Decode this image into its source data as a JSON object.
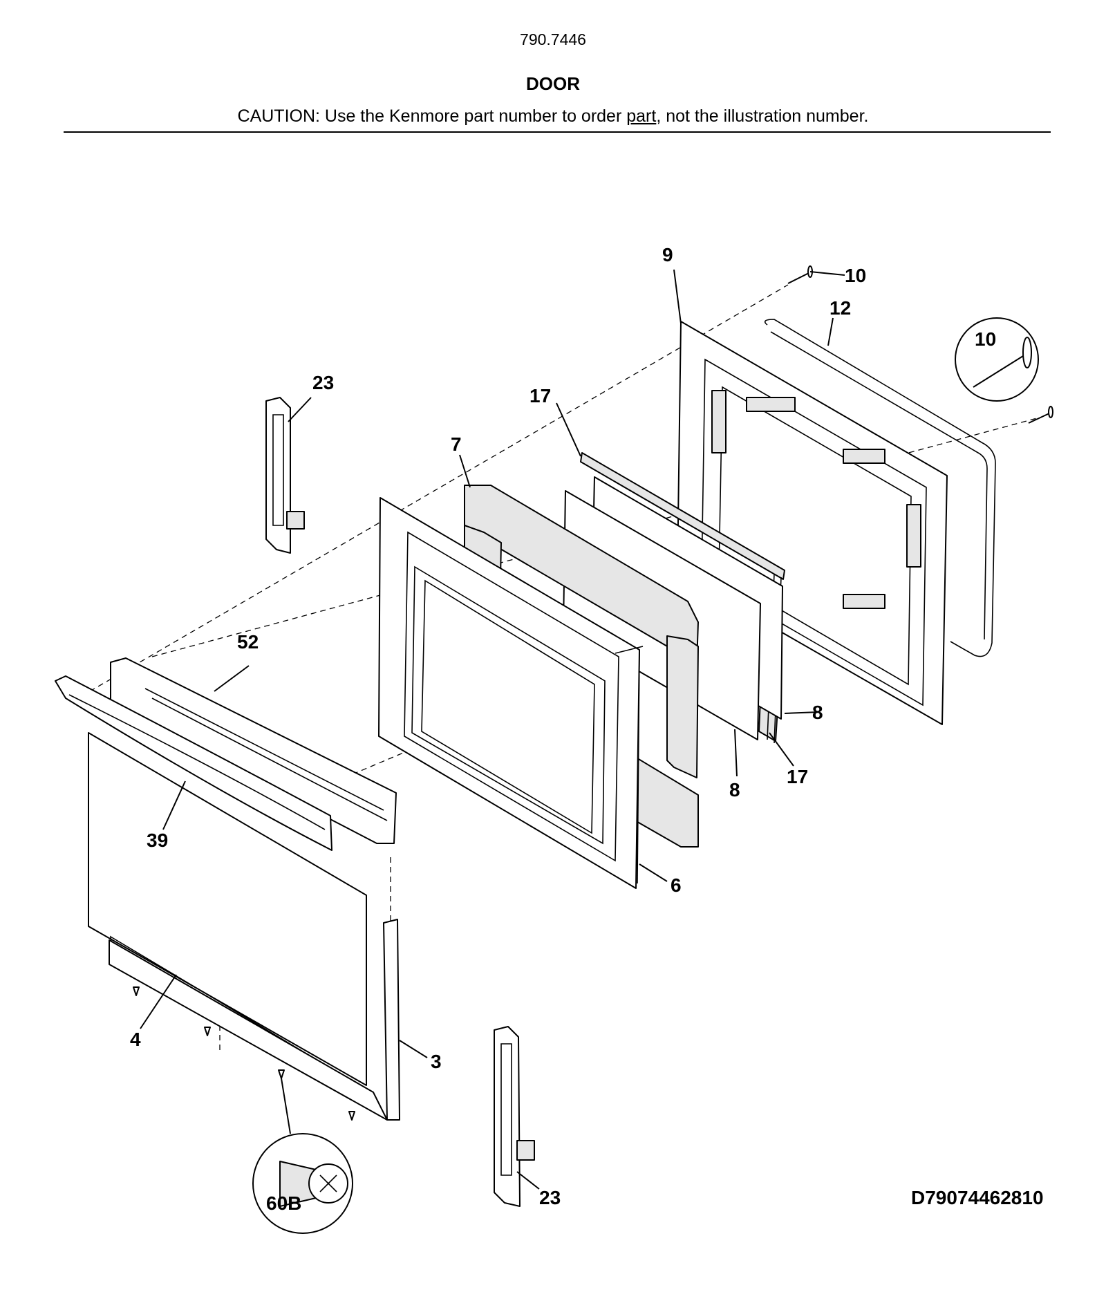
{
  "header": {
    "model_number": "790.7446",
    "section_title": "DOOR",
    "caution_prefix": "CAUTION: Use the Kenmore part number to order ",
    "caution_underlined": "part",
    "caution_suffix": ", not the illustration number."
  },
  "diagram_id": "D79074462810",
  "callouts": {
    "c3": "3",
    "c4": "4",
    "c6": "6",
    "c7": "7",
    "c8a": "8",
    "c8b": "8",
    "c9": "9",
    "c10": "10",
    "c10_detail": "10",
    "c12": "12",
    "c17a": "17",
    "c17b": "17",
    "c23a": "23",
    "c23b": "23",
    "c39": "39",
    "c52": "52",
    "c60B": "60B"
  }
}
